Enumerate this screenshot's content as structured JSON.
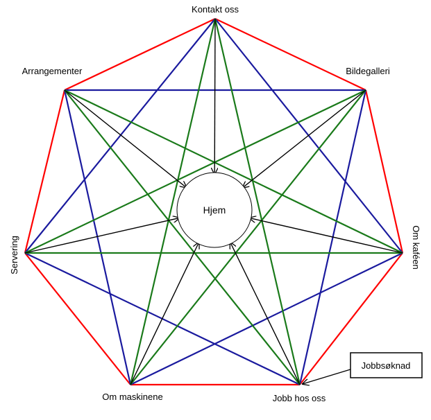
{
  "diagram": {
    "hub": "Hjem",
    "nodes": [
      {
        "id": "kontakt",
        "label": "Kontakt oss"
      },
      {
        "id": "bildegalleri",
        "label": "Bildegalleri"
      },
      {
        "id": "omkafeen",
        "label": "Om kaféen"
      },
      {
        "id": "jobb",
        "label": "Jobb hos oss"
      },
      {
        "id": "maskinene",
        "label": "Om maskinene"
      },
      {
        "id": "servering",
        "label": "Servering"
      },
      {
        "id": "arrangementer",
        "label": "Arrangementer"
      }
    ],
    "extra_node": "Jobbsøknad",
    "colors": {
      "perimeter": "#ff0000",
      "skip_two": "#1a1a9e",
      "skip_three": "#1a7a1a",
      "arrows": "#000000"
    }
  }
}
